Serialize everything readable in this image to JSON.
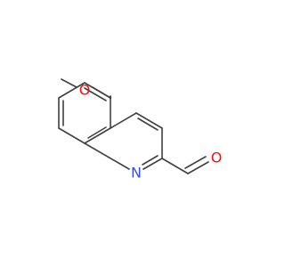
{
  "atoms": {
    "nitrogen": {
      "label": "N",
      "color": "#3050f8"
    },
    "aldehyde_oxygen": {
      "label": "O",
      "color": "#ff0d0d"
    },
    "methoxy_oxygen": {
      "label": "O",
      "color": "#ff0d0d"
    }
  },
  "bond_color": "#404040"
}
